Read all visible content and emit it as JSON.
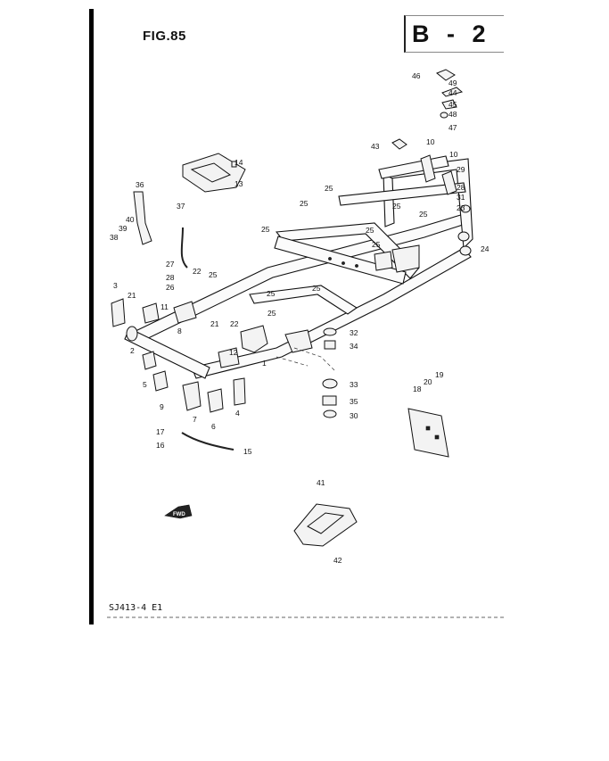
{
  "header": {
    "figure": "FIG.85",
    "section": "B - 2"
  },
  "footer": {
    "code": "SJ413-4 E1"
  },
  "callouts": [
    {
      "n": "46"
    },
    {
      "n": "49"
    },
    {
      "n": "44"
    },
    {
      "n": "45"
    },
    {
      "n": "48"
    },
    {
      "n": "47"
    },
    {
      "n": "43"
    },
    {
      "n": "10"
    },
    {
      "n": "10"
    },
    {
      "n": "29"
    },
    {
      "n": "28"
    },
    {
      "n": "31"
    },
    {
      "n": "23"
    },
    {
      "n": "24"
    },
    {
      "n": "14"
    },
    {
      "n": "13"
    },
    {
      "n": "36"
    },
    {
      "n": "37"
    },
    {
      "n": "40"
    },
    {
      "n": "39"
    },
    {
      "n": "38"
    },
    {
      "n": "27"
    },
    {
      "n": "28"
    },
    {
      "n": "26"
    },
    {
      "n": "22"
    },
    {
      "n": "25"
    },
    {
      "n": "3"
    },
    {
      "n": "21"
    },
    {
      "n": "11"
    },
    {
      "n": "25"
    },
    {
      "n": "25"
    },
    {
      "n": "25"
    },
    {
      "n": "25"
    },
    {
      "n": "25"
    },
    {
      "n": "25"
    },
    {
      "n": "25"
    },
    {
      "n": "25"
    },
    {
      "n": "25"
    },
    {
      "n": "25"
    },
    {
      "n": "2"
    },
    {
      "n": "8"
    },
    {
      "n": "21"
    },
    {
      "n": "22"
    },
    {
      "n": "12"
    },
    {
      "n": "1"
    },
    {
      "n": "32"
    },
    {
      "n": "34"
    },
    {
      "n": "33"
    },
    {
      "n": "35"
    },
    {
      "n": "30"
    },
    {
      "n": "5"
    },
    {
      "n": "9"
    },
    {
      "n": "7"
    },
    {
      "n": "6"
    },
    {
      "n": "4"
    },
    {
      "n": "17"
    },
    {
      "n": "16"
    },
    {
      "n": "15"
    },
    {
      "n": "18"
    },
    {
      "n": "20"
    },
    {
      "n": "19"
    },
    {
      "n": "41"
    },
    {
      "n": "42"
    }
  ],
  "arrow_label": "FWD"
}
